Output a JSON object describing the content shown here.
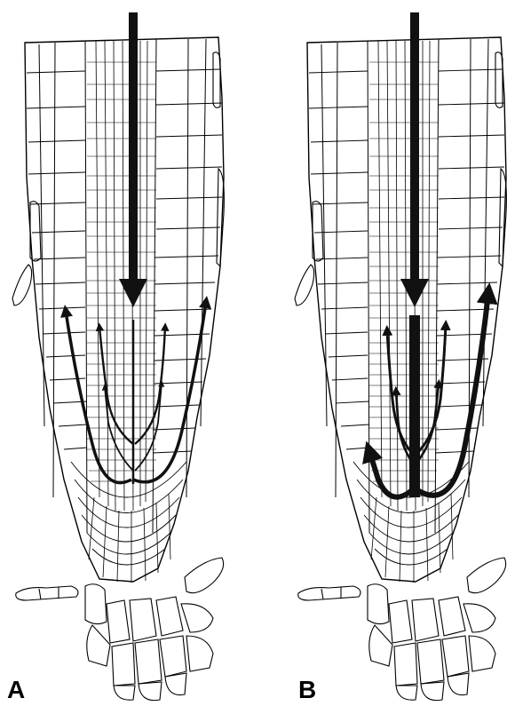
{
  "panels": [
    {
      "id": "A",
      "label": "A",
      "lateral_arrow_weight": "thin"
    },
    {
      "id": "B",
      "label": "B",
      "lateral_arrow_weight": "thick"
    }
  ],
  "colors": {
    "background": "#ffffff",
    "cell_outline": "#000000",
    "arrow": "#111111"
  }
}
